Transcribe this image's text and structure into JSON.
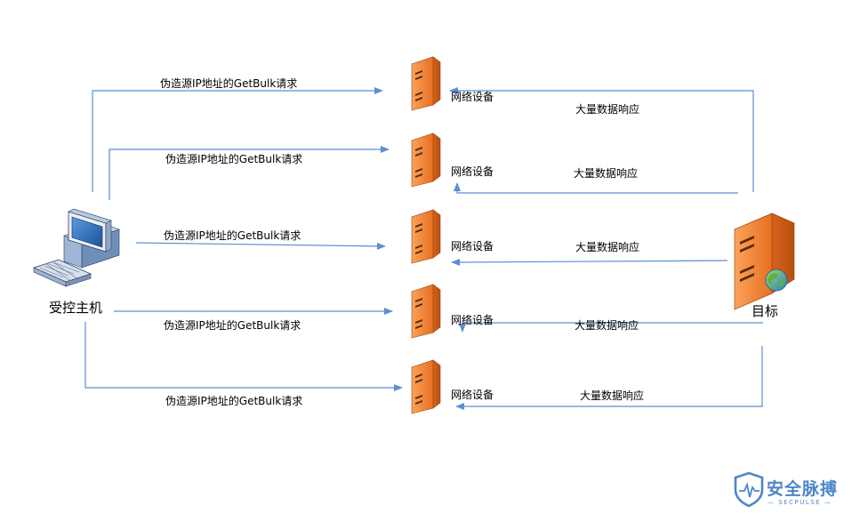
{
  "diagram": {
    "nodes": {
      "controlled_host": "受控主机",
      "target": "目标",
      "network_device": "网络设备"
    },
    "devices": [
      {
        "label": "网络设备"
      },
      {
        "label": "网络设备"
      },
      {
        "label": "网络设备"
      },
      {
        "label": "网络设备"
      },
      {
        "label": "网络设备"
      }
    ],
    "requests": [
      {
        "label": "伪造源IP地址的GetBulk请求"
      },
      {
        "label": "伪造源IP地址的GetBulk请求"
      },
      {
        "label": "伪造源IP地址的GetBulk请求"
      },
      {
        "label": "伪造源IP地址的GetBulk请求"
      },
      {
        "label": "伪造源IP地址的GetBulk请求"
      }
    ],
    "responses": [
      {
        "label": "大量数据响应"
      },
      {
        "label": "大量数据响应"
      },
      {
        "label": "大量数据响应"
      },
      {
        "label": "大量数据响应"
      },
      {
        "label": "大量数据响应"
      }
    ],
    "colors": {
      "connector": "#5b8fd0",
      "server_orange": "#f08a3c",
      "server_dark": "#c85a18",
      "brand": "#4d86c8"
    }
  },
  "watermark": {
    "title": "安全脉搏",
    "subtitle": "— SECPULSE —",
    "logo_icon": "shield-pulse-icon"
  }
}
